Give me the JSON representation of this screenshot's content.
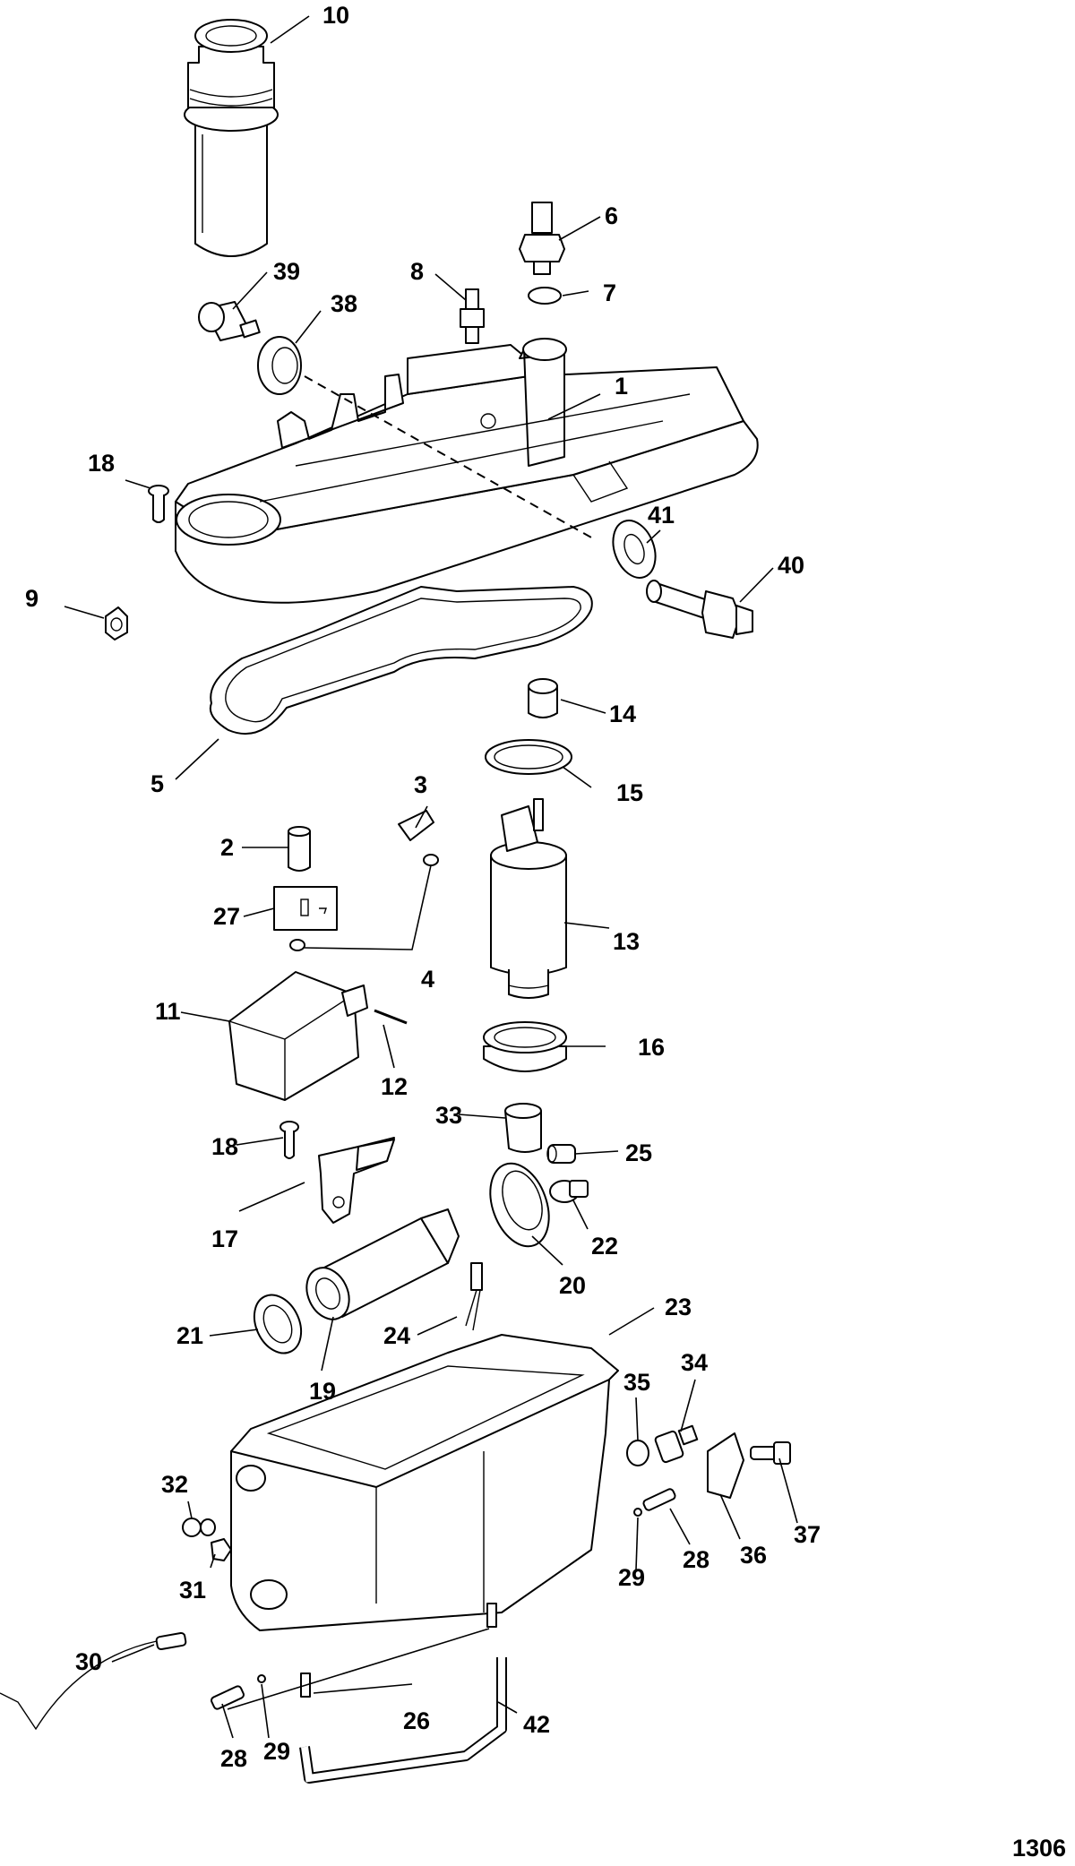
{
  "figure": {
    "number": "1306"
  },
  "callouts": [
    "10",
    "6",
    "8",
    "39",
    "7",
    "38",
    "1",
    "18",
    "41",
    "40",
    "9",
    "14",
    "5",
    "15",
    "3",
    "2",
    "27",
    "13",
    "4",
    "11",
    "16",
    "12",
    "33",
    "18",
    "25",
    "17",
    "22",
    "20",
    "21",
    "24",
    "23",
    "19",
    "35",
    "34",
    "32",
    "37",
    "36",
    "31",
    "28",
    "29",
    "30",
    "26",
    "42",
    "28",
    "29"
  ]
}
